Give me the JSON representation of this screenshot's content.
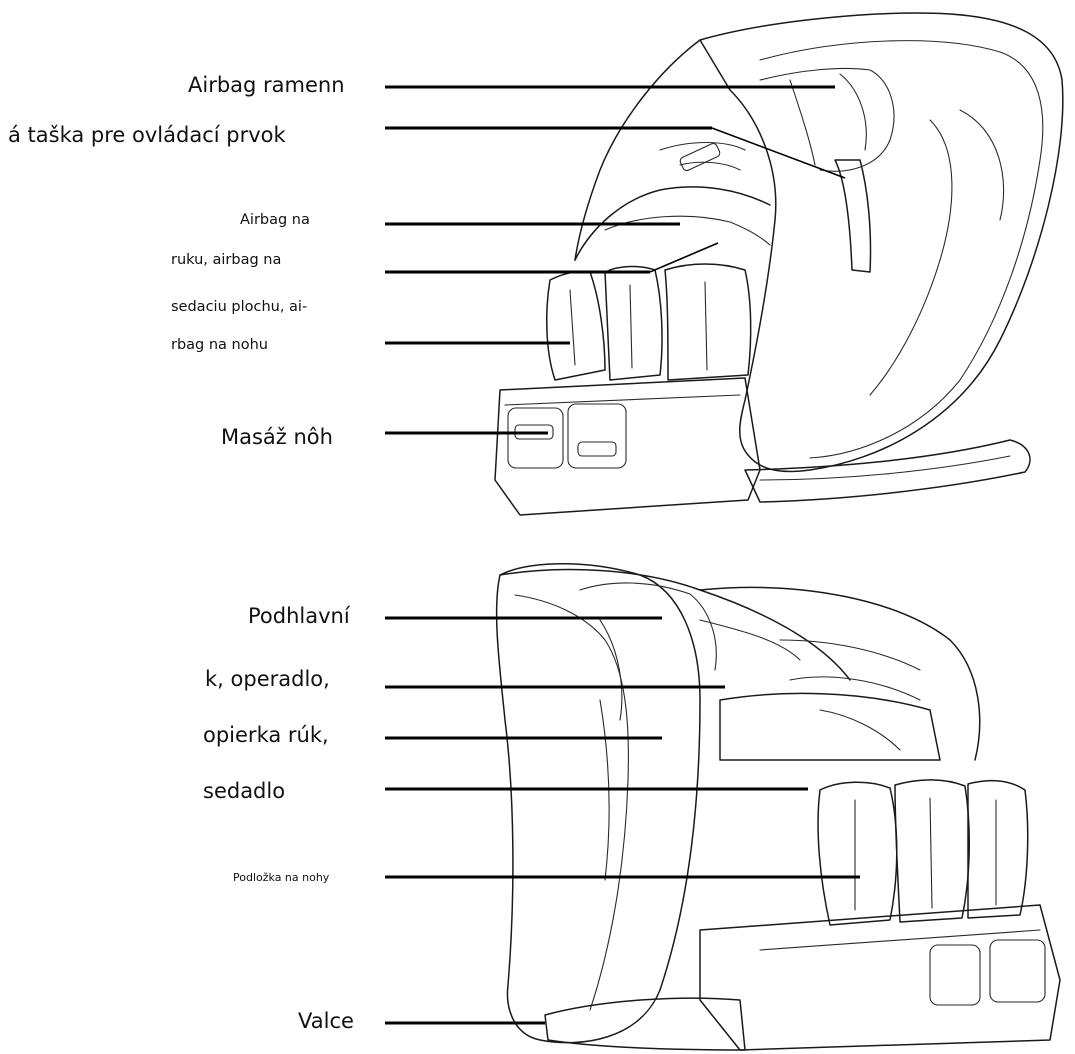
{
  "labels": {
    "shoulder_airbag_1": "Airbag  ramenn",
    "shoulder_airbag_2": "á taška pre ovládací prvok",
    "arm_airbag_1": "Airbag na",
    "arm_airbag_2": "ruku, airbag na",
    "arm_airbag_3": "sedaciu plochu, ai-",
    "arm_airbag_4": "rbag na nohu",
    "foot_massage": "Masáž nôh",
    "cushion_1": "Podhlavní",
    "cushion_2": "k, operadlo,",
    "cushion_3": "opierka rúk,",
    "cushion_4": "sedadlo",
    "leg_pad": "Podložka na nohy",
    "rollers": "Valce"
  }
}
